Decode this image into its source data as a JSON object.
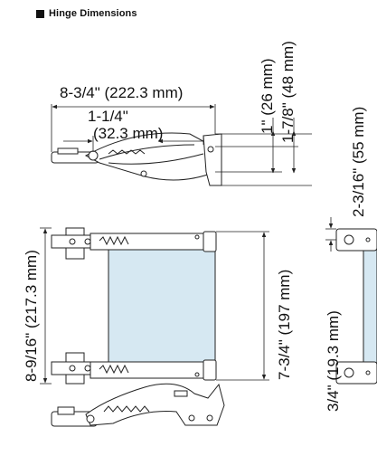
{
  "header": {
    "title": "Hinge Dimensions"
  },
  "dimensions": {
    "overall_length": "8-3/4\" (222.3 mm)",
    "arm_offset_in": "1-1/4\"",
    "arm_offset_mm": "(32.3 mm)",
    "clearance_26": "1\" (26 mm)",
    "clearance_48": "1-7/8\" (48 mm)",
    "height_55": "2-3/16\" (55 mm)",
    "outer_width": "8-9/16\" (217.3 mm)",
    "inner_width": "7-3/4\" (197 mm)",
    "edge_offset": "3/4\" (19.3 mm)"
  },
  "colors": {
    "door_panel": "#d6e8f2",
    "line": "#222222"
  }
}
